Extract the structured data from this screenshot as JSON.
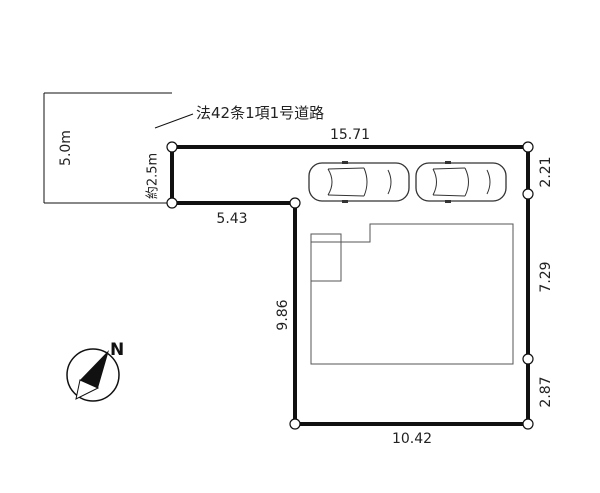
{
  "road": {
    "note": "法42条1項1号道路",
    "width_label": "5.0m"
  },
  "frontage": {
    "label": "約2.5m"
  },
  "dimensions": {
    "top": "15.71",
    "right_top": "2.21",
    "right_middle": "7.29",
    "right_bottom": "2.87",
    "bottom": "10.42",
    "left": "9.86",
    "step": "5.43"
  },
  "compass": {
    "label": "N"
  },
  "icons": {
    "compass": "north-arrow-icon",
    "car": "car-icon"
  },
  "colors": {
    "line": "#111111",
    "fill": "#ffffff"
  }
}
